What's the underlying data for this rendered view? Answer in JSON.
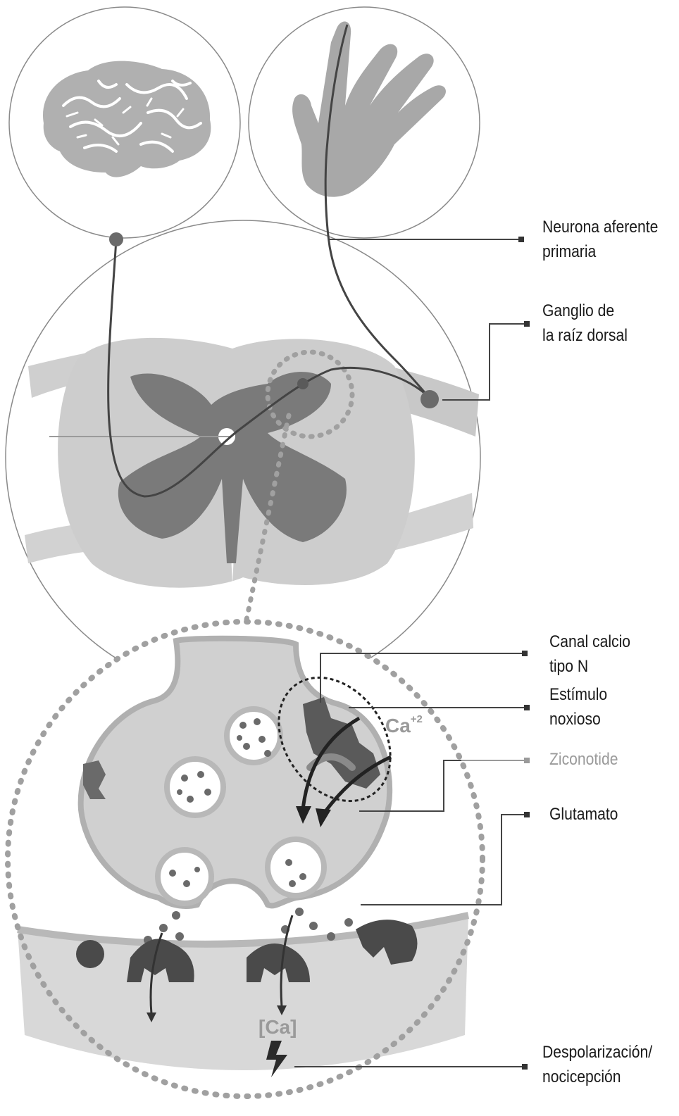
{
  "labels": {
    "neurona": [
      "Neurona aferente",
      "primaria"
    ],
    "ganglio": [
      "Ganglio de",
      "la raíz dorsal"
    ],
    "canal": [
      "Canal calcio",
      "tipo N"
    ],
    "estimulo": [
      "Estímulo",
      "noxioso"
    ],
    "ziconotide": "Ziconotide",
    "glutamato": "Glutamato",
    "despol": [
      "Despolarización/",
      "nocicepción"
    ]
  },
  "ions": {
    "ca_symbol": "Ca",
    "ca_charge": "+2",
    "ca_bracket": "[Ca]"
  },
  "colors": {
    "line": "#444444",
    "dark_gray": "#707070",
    "mid_gray": "#a8a8a8",
    "light_gray": "#d4d4d4",
    "ziconotide": "#9a9a9a"
  }
}
